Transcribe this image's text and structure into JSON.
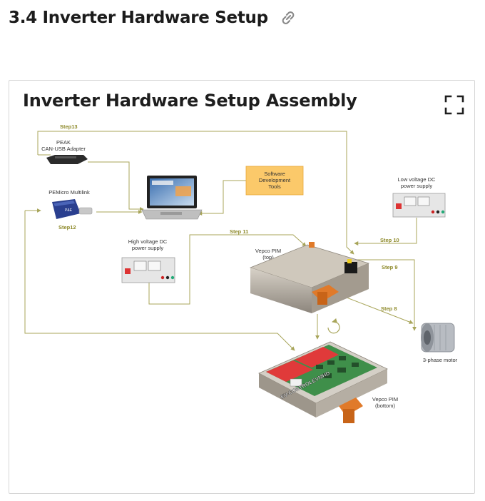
{
  "page": {
    "heading": "3.4 Inverter Hardware Setup"
  },
  "card": {
    "title": "Inverter Hardware Setup Assembly"
  },
  "diagram": {
    "labels": {
      "peak_line1": "PEAK",
      "peak_line2": "CAN-USB Adapter",
      "pemicro": "PEMicro Multilink",
      "software_line1": "Software",
      "software_line2": "Development",
      "software_line3": "Tools",
      "lvdc_line1": "Low voltage DC",
      "lvdc_line2": "power supply",
      "hvdc_line1": "High voltage DC",
      "hvdc_line2": "power supply",
      "pim_top_line1": "Vepco PIM",
      "pim_top_line2": "(top)",
      "pim_bottom_line1": "Vepco PIM",
      "pim_bottom_line2": "(bottom)",
      "motor": "3-phase motor",
      "board": "EV-CONTROLEVMHD"
    },
    "steps": {
      "step13": "Step13",
      "step12": "Step12",
      "step11": "Step 11",
      "step10": "Step 10",
      "step9": "Step 9",
      "step8": "Step 8"
    }
  },
  "colors": {
    "wire": "#a8a55a",
    "step_text": "#8e8a2a",
    "software_box": "#fbc96a",
    "pcb_red": "#e03a3a",
    "pcb_green": "#3f8f4a",
    "connector_orange": "#e07a2a"
  },
  "icons": {
    "heading_link": "link-icon",
    "fullscreen": "fullscreen-icon",
    "rotate": "rotate-arrow-icon"
  }
}
